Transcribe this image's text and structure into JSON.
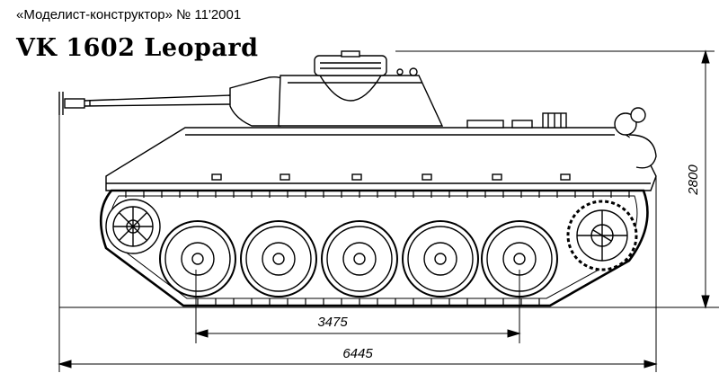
{
  "header": {
    "magazine": "«Моделист-конструктор» № 11'2001"
  },
  "title": "VK 1602 Leopard",
  "dimensions": {
    "wheelbase_label": "3475",
    "length_label": "6445",
    "height_label": "2800"
  },
  "drawing": {
    "road_wheels": 5,
    "line_color": "#000000",
    "paper_color": "#ffffff"
  }
}
